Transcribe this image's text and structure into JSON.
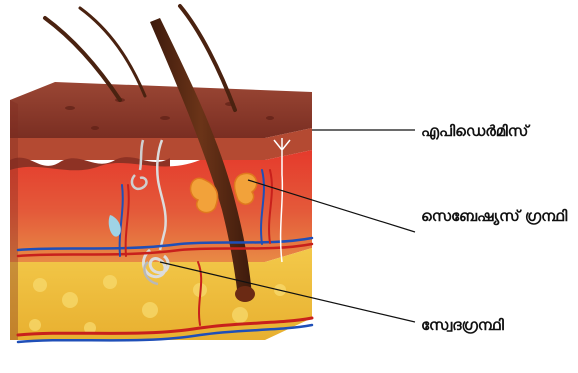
{
  "labels": {
    "epidermis": "എപിഡെർമിസ്",
    "sebaceous_gland": "സെബേഷ്യസ് ഗ്രന്ഥി",
    "sweat_gland": "സ്വേദഗ്രന്ഥി"
  },
  "colors": {
    "background": "#ffffff",
    "skin_surface": "#8c3b2b",
    "dermis": "#e8332a",
    "fat_layer": "#f0c23a",
    "hair": "#5a2a14",
    "blood_vessel_red": "#c8201c",
    "blood_vessel_blue": "#1f4fb8",
    "leader_line": "#111111"
  },
  "icons": [
    "skin-block",
    "hair-shaft",
    "sebaceous-gland-shape",
    "sweat-gland-coil"
  ]
}
